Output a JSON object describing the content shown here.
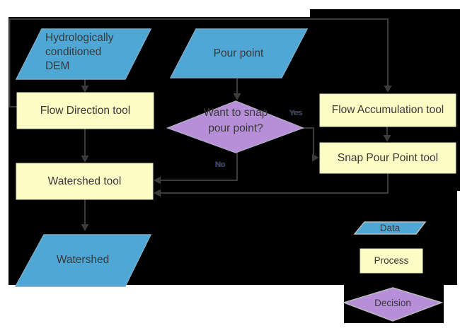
{
  "diagram": {
    "nodes": {
      "dem": {
        "line1": "Hydrologically",
        "line2": "conditioned",
        "line3": "DEM"
      },
      "pour_point": {
        "label": "Pour point"
      },
      "flow_direction": {
        "label": "Flow Direction tool"
      },
      "flow_accumulation": {
        "label": "Flow Accumulation tool"
      },
      "snap_pour_point": {
        "label": "Snap Pour Point tool"
      },
      "decision": {
        "line1": "Want to snap",
        "line2": "pour point?"
      },
      "watershed_tool": {
        "label": "Watershed tool"
      },
      "watershed": {
        "label": "Watershed"
      }
    },
    "branch_labels": {
      "yes": "Yes",
      "no": "No"
    },
    "legend": {
      "data": "Data",
      "process": "Process",
      "decision": "Decision"
    },
    "colors": {
      "background": "#000000",
      "data_fill": "#4FA7D5",
      "process_fill": "#FCFCC5",
      "decision_fill": "#B78FD8",
      "connector": "#3B3B3B",
      "text": "#393939"
    }
  }
}
